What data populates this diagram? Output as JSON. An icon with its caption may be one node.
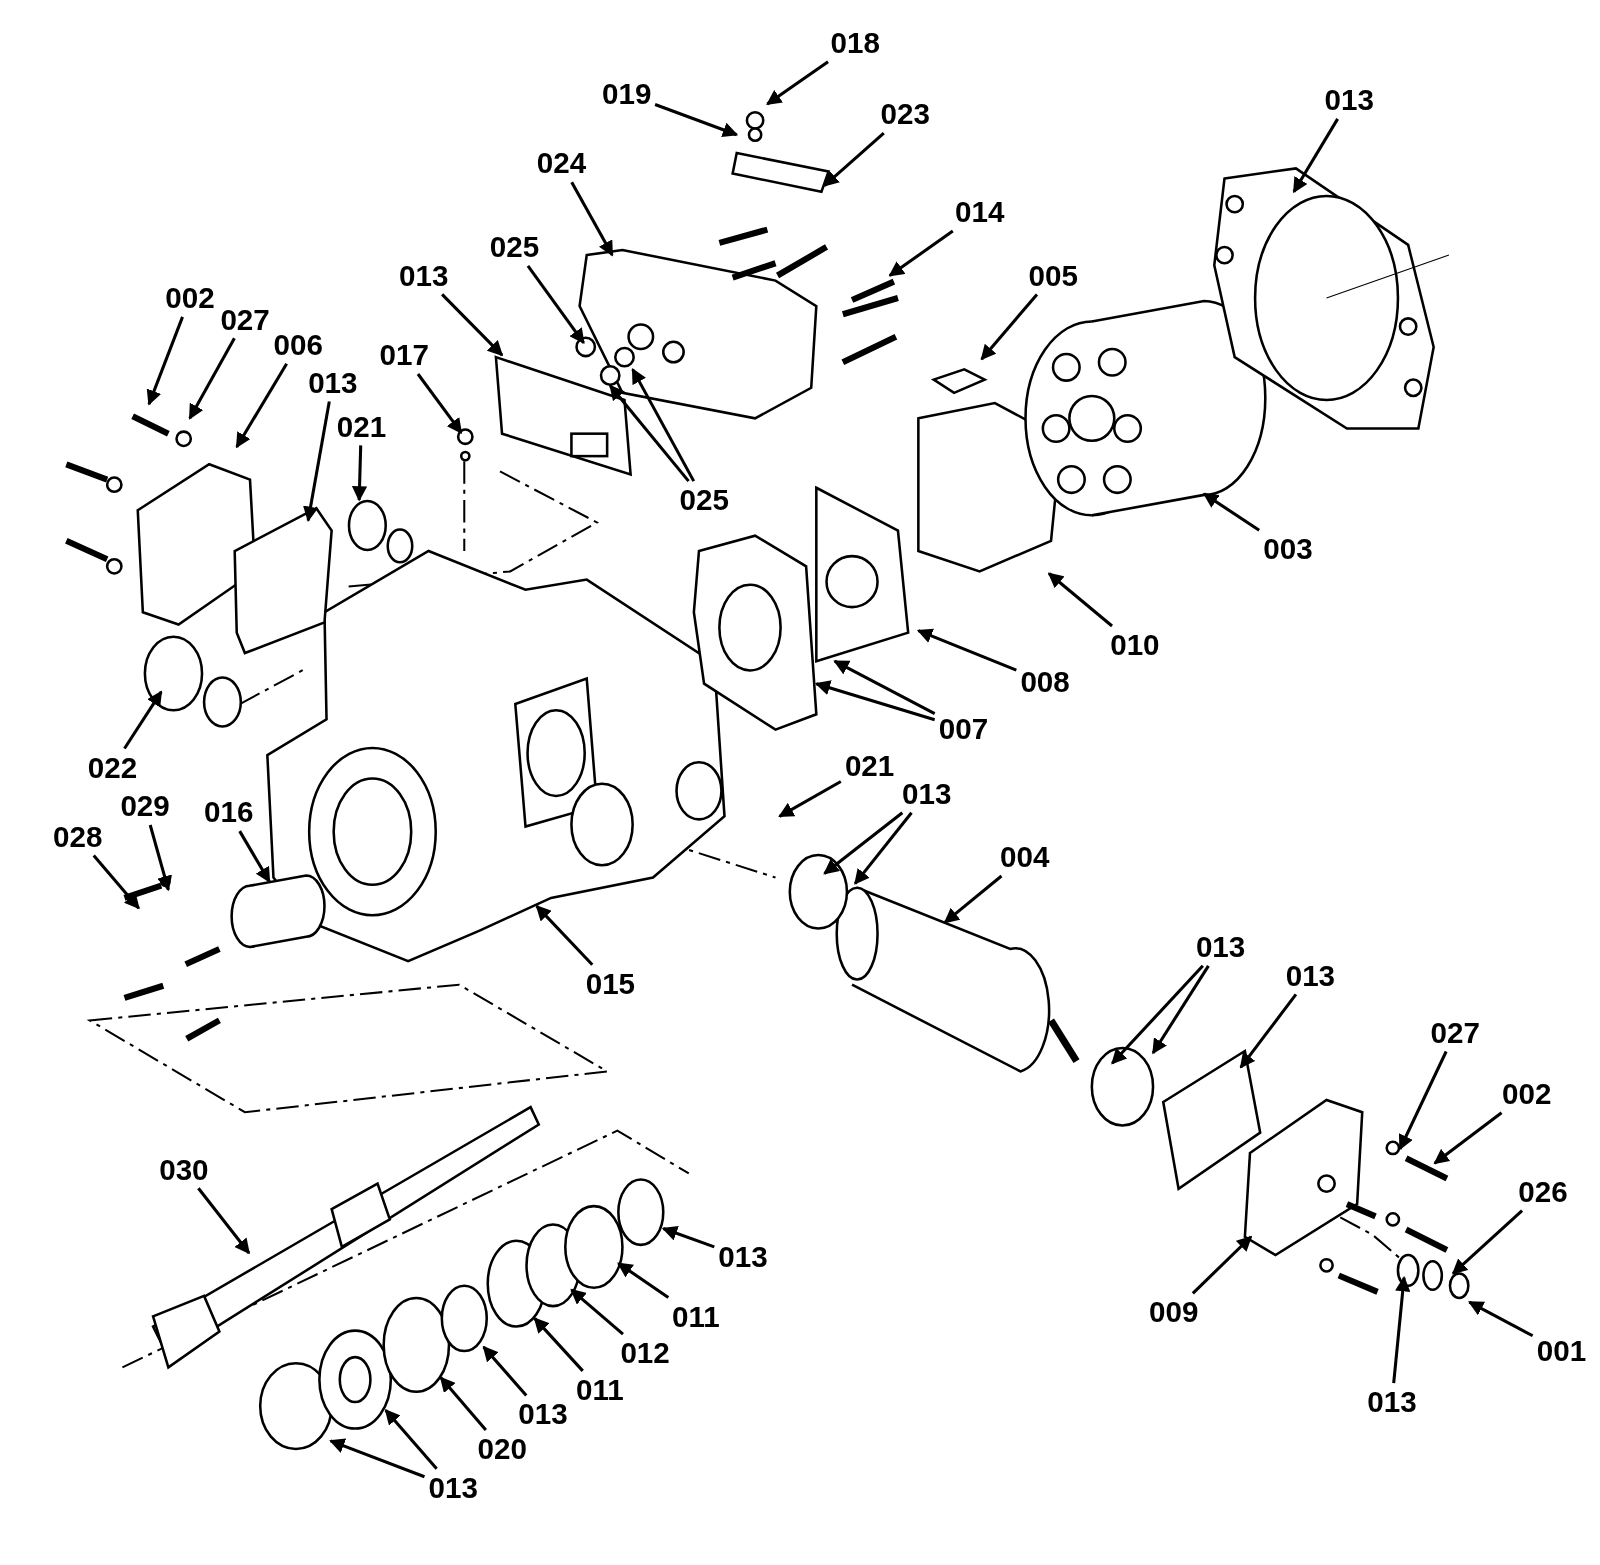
{
  "diagram": {
    "nodes": [
      {
        "text": [
          "018"
        ]
      },
      {
        "text": [
          "019"
        ]
      },
      {
        "text": [
          "023"
        ]
      },
      {
        "text": [
          "013"
        ]
      },
      {
        "text": [
          "024"
        ]
      },
      {
        "text": [
          "014"
        ]
      },
      {
        "text": [
          "025"
        ]
      },
      {
        "text": [
          "013"
        ]
      },
      {
        "text": [
          "005"
        ]
      },
      {
        "text": [
          "002"
        ]
      },
      {
        "text": [
          "027"
        ]
      },
      {
        "text": [
          "006"
        ]
      },
      {
        "text": [
          "017"
        ]
      },
      {
        "text": [
          "013"
        ]
      },
      {
        "text": [
          "021"
        ]
      },
      {
        "text": [
          "025"
        ]
      },
      {
        "text": [
          "003"
        ]
      },
      {
        "text": [
          "010"
        ]
      },
      {
        "text": [
          "008"
        ]
      },
      {
        "text": [
          "007"
        ]
      },
      {
        "text": [
          "022"
        ]
      },
      {
        "text": [
          "021"
        ]
      },
      {
        "text": [
          "013"
        ]
      },
      {
        "text": [
          "029"
        ]
      },
      {
        "text": [
          "016"
        ]
      },
      {
        "text": [
          "028"
        ]
      },
      {
        "text": [
          "004"
        ]
      },
      {
        "text": [
          "015"
        ]
      },
      {
        "text": [
          "013"
        ]
      },
      {
        "text": [
          "013"
        ]
      },
      {
        "text": [
          "027"
        ]
      },
      {
        "text": [
          "002"
        ]
      },
      {
        "text": [
          "030"
        ]
      },
      {
        "text": [
          "013"
        ]
      },
      {
        "text": [
          "026"
        ]
      },
      {
        "text": [
          "011"
        ]
      },
      {
        "text": [
          "009"
        ]
      },
      {
        "text": [
          "012"
        ]
      },
      {
        "text": [
          "001"
        ]
      },
      {
        "text": [
          "011"
        ]
      },
      {
        "text": [
          "013"
        ]
      },
      {
        "text": [
          "013"
        ]
      },
      {
        "text": [
          "020"
        ]
      },
      {
        "text": [
          "013"
        ]
      }
    ],
    "edges": [
      {
        "from": 0,
        "to": null,
        "arrow": "to"
      },
      {
        "from": 1,
        "to": null,
        "arrow": "to"
      },
      {
        "from": 2,
        "to": null,
        "arrow": "to"
      },
      {
        "from": 3,
        "to": null,
        "arrow": "to"
      },
      {
        "from": 4,
        "to": null,
        "arrow": "to"
      },
      {
        "from": 5,
        "to": null,
        "arrow": "to"
      },
      {
        "from": 6,
        "to": null,
        "arrow": "to"
      },
      {
        "from": 7,
        "to": null,
        "arrow": "to"
      },
      {
        "from": 8,
        "to": null,
        "arrow": "to"
      },
      {
        "from": 9,
        "to": null,
        "arrow": "to"
      },
      {
        "from": 10,
        "to": null,
        "arrow": "to"
      },
      {
        "from": 11,
        "to": null,
        "arrow": "to"
      },
      {
        "from": 12,
        "to": null,
        "arrow": "to"
      },
      {
        "from": 13,
        "to": null,
        "arrow": "to"
      },
      {
        "from": 14,
        "to": null,
        "arrow": "to"
      },
      {
        "from": 15,
        "to": null,
        "arrow": "to"
      },
      {
        "from": 15,
        "to": null,
        "arrow": "to"
      },
      {
        "from": 16,
        "to": null,
        "arrow": "to"
      },
      {
        "from": 17,
        "to": null,
        "arrow": "to"
      },
      {
        "from": 18,
        "to": null,
        "arrow": "to"
      },
      {
        "from": 19,
        "to": null,
        "arrow": "to"
      },
      {
        "from": 19,
        "to": null,
        "arrow": "to"
      },
      {
        "from": 20,
        "to": null,
        "arrow": "to"
      },
      {
        "from": 21,
        "to": null,
        "arrow": "to"
      },
      {
        "from": 22,
        "to": null,
        "arrow": "to"
      },
      {
        "from": 22,
        "to": null,
        "arrow": "to"
      },
      {
        "from": 23,
        "to": null,
        "arrow": "to"
      },
      {
        "from": 24,
        "to": null,
        "arrow": "to"
      },
      {
        "from": 25,
        "to": null,
        "arrow": "to"
      },
      {
        "from": 26,
        "to": null,
        "arrow": "to"
      },
      {
        "from": 27,
        "to": null,
        "arrow": "to"
      },
      {
        "from": 28,
        "to": null,
        "arrow": "to"
      },
      {
        "from": 28,
        "to": null,
        "arrow": "to"
      },
      {
        "from": 29,
        "to": null,
        "arrow": "to"
      },
      {
        "from": 30,
        "to": null,
        "arrow": "to"
      },
      {
        "from": 31,
        "to": null,
        "arrow": "to"
      },
      {
        "from": 32,
        "to": null,
        "arrow": "to"
      },
      {
        "from": 33,
        "to": null,
        "arrow": "to"
      },
      {
        "from": 34,
        "to": null,
        "arrow": "to"
      },
      {
        "from": 35,
        "to": null,
        "arrow": "to"
      },
      {
        "from": 36,
        "to": null,
        "arrow": "to"
      },
      {
        "from": 37,
        "to": null,
        "arrow": "to"
      },
      {
        "from": 38,
        "to": null,
        "arrow": "to"
      },
      {
        "from": 39,
        "to": null,
        "arrow": "to"
      },
      {
        "from": 40,
        "to": null,
        "arrow": "to"
      },
      {
        "from": 41,
        "to": null,
        "arrow": "to"
      },
      {
        "from": 42,
        "to": null,
        "arrow": "to"
      },
      {
        "from": 43,
        "to": null,
        "arrow": "to"
      },
      {
        "from": 43,
        "to": null,
        "arrow": "to"
      }
    ]
  }
}
